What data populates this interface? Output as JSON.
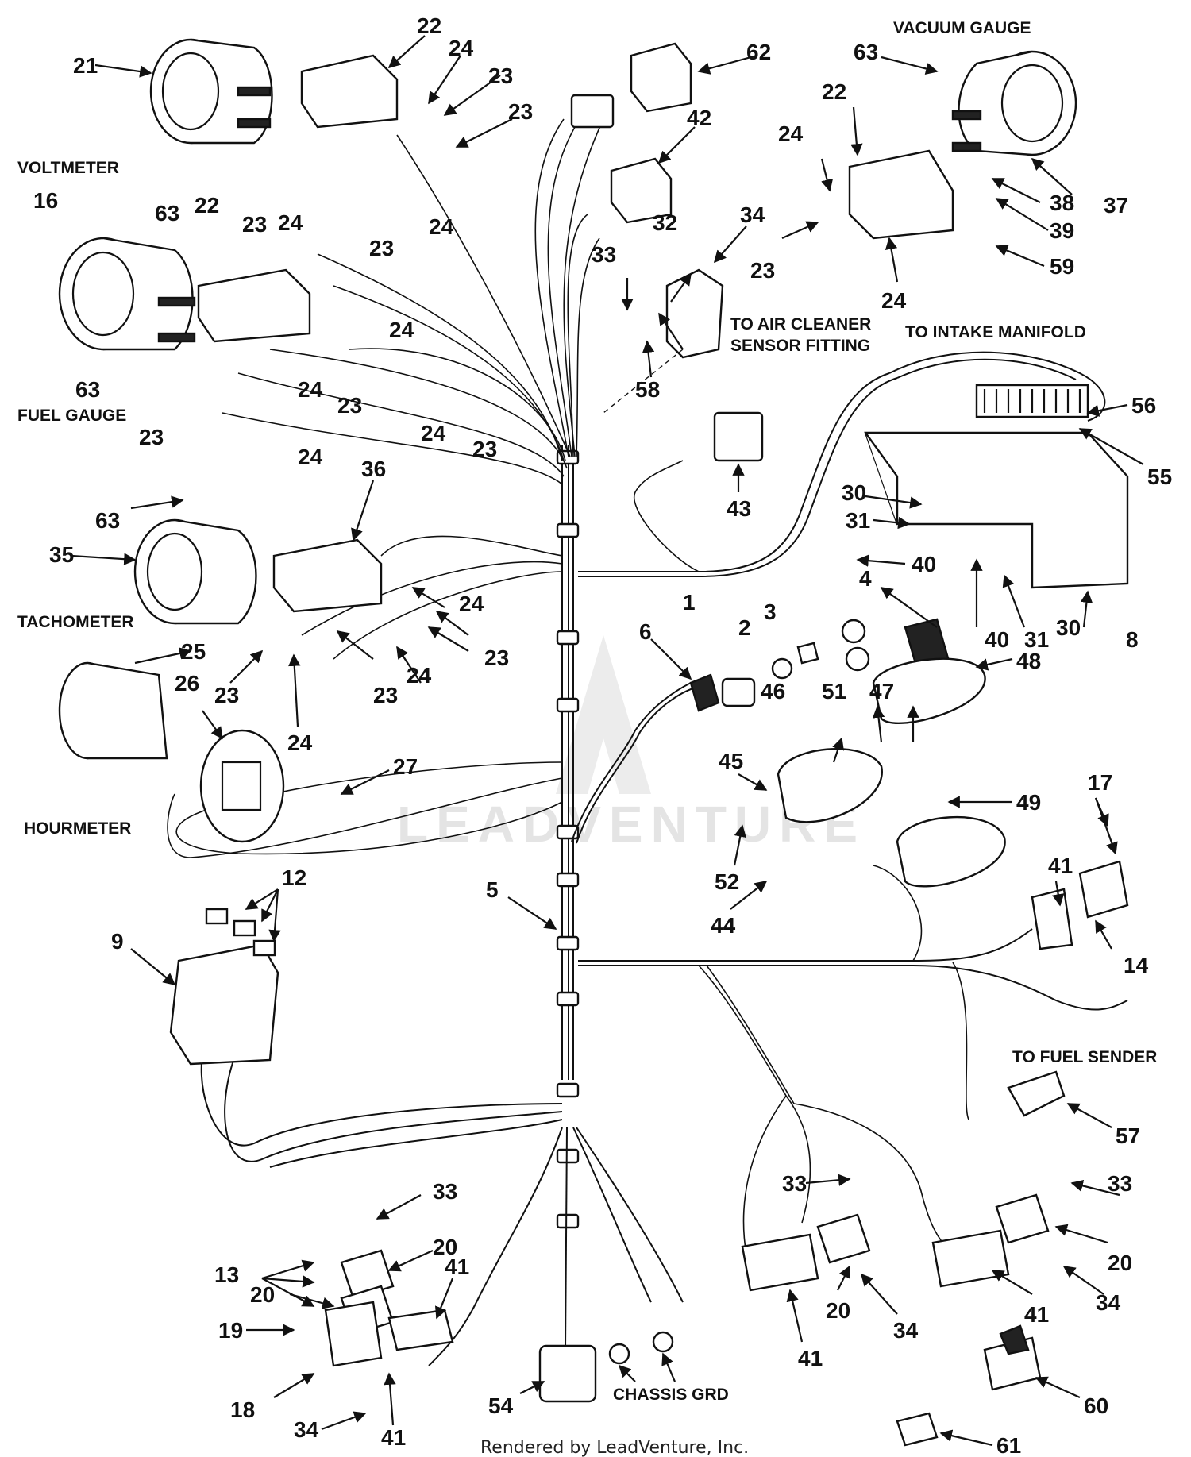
{
  "labels": {
    "voltmeter": "VOLTMETER",
    "fuel_gauge": "FUEL GAUGE",
    "tachometer": "TACHOMETER",
    "hourmeter": "HOURMETER",
    "vacuum_gauge": "VACUUM GAUGE",
    "to_intake_manifold": "TO INTAKE MANIFOLD",
    "to_air_cleaner_1": "TO AIR CLEANER",
    "to_air_cleaner_2": "SENSOR FITTING",
    "to_fuel_sender": "TO FUEL SENDER",
    "chassis_grd": "CHASSIS GRD"
  },
  "callouts": {
    "c21": "21",
    "c22a": "22",
    "c24a": "24",
    "c23a": "23",
    "c23b": "23",
    "c62": "62",
    "c63a": "63",
    "c22b": "22",
    "c42": "42",
    "c63b": "63",
    "c23c": "23",
    "c24b": "24",
    "c23d": "23",
    "c16": "16",
    "c22c": "22",
    "c24c": "24",
    "c24d": "24",
    "c37": "37",
    "c38": "38",
    "c39": "39",
    "c59": "59",
    "c24e": "24",
    "c23e": "23",
    "c24f": "24",
    "c33a": "33",
    "c32": "32",
    "c34a": "34",
    "c58": "58",
    "c63c": "63",
    "c23f": "23",
    "c24g": "24",
    "c23g": "23",
    "c24h": "24",
    "c24i": "24",
    "c23h": "23",
    "c56": "56",
    "c55": "55",
    "c43": "43",
    "c36": "36",
    "c63d": "63",
    "c35": "35",
    "c30a": "30",
    "c31a": "31",
    "c40a": "40",
    "c40b": "40",
    "c31b": "31",
    "c30b": "30",
    "c8": "8",
    "c24j": "24",
    "c23i": "23",
    "c1": "1",
    "c2": "2",
    "c3": "3",
    "c4": "4",
    "c25": "25",
    "c23j": "23",
    "c23k": "23",
    "c24k": "24",
    "c24l": "24",
    "c26": "26",
    "c6": "6",
    "c46": "46",
    "c51": "51",
    "c47": "47",
    "c48": "48",
    "c27": "27",
    "c45": "45",
    "c49": "49",
    "c17": "17",
    "c52": "52",
    "c41a": "41",
    "c44": "44",
    "c12": "12",
    "c5": "5",
    "c14": "14",
    "c9": "9",
    "c57": "57",
    "c33b": "33",
    "c33c": "33",
    "c33d": "33",
    "c13": "13",
    "c20a": "20",
    "c41b": "41",
    "c20b": "20",
    "c19": "19",
    "c20c": "20",
    "c34b": "34",
    "c41c": "41",
    "c20d": "20",
    "c41d": "41",
    "c34c": "34",
    "c18": "18",
    "c34d": "34",
    "c41e": "41",
    "c54": "54",
    "c60": "60",
    "c61": "61"
  },
  "credit": "Rendered by LeadVenture, Inc.",
  "watermark": "LEADVENTURE"
}
